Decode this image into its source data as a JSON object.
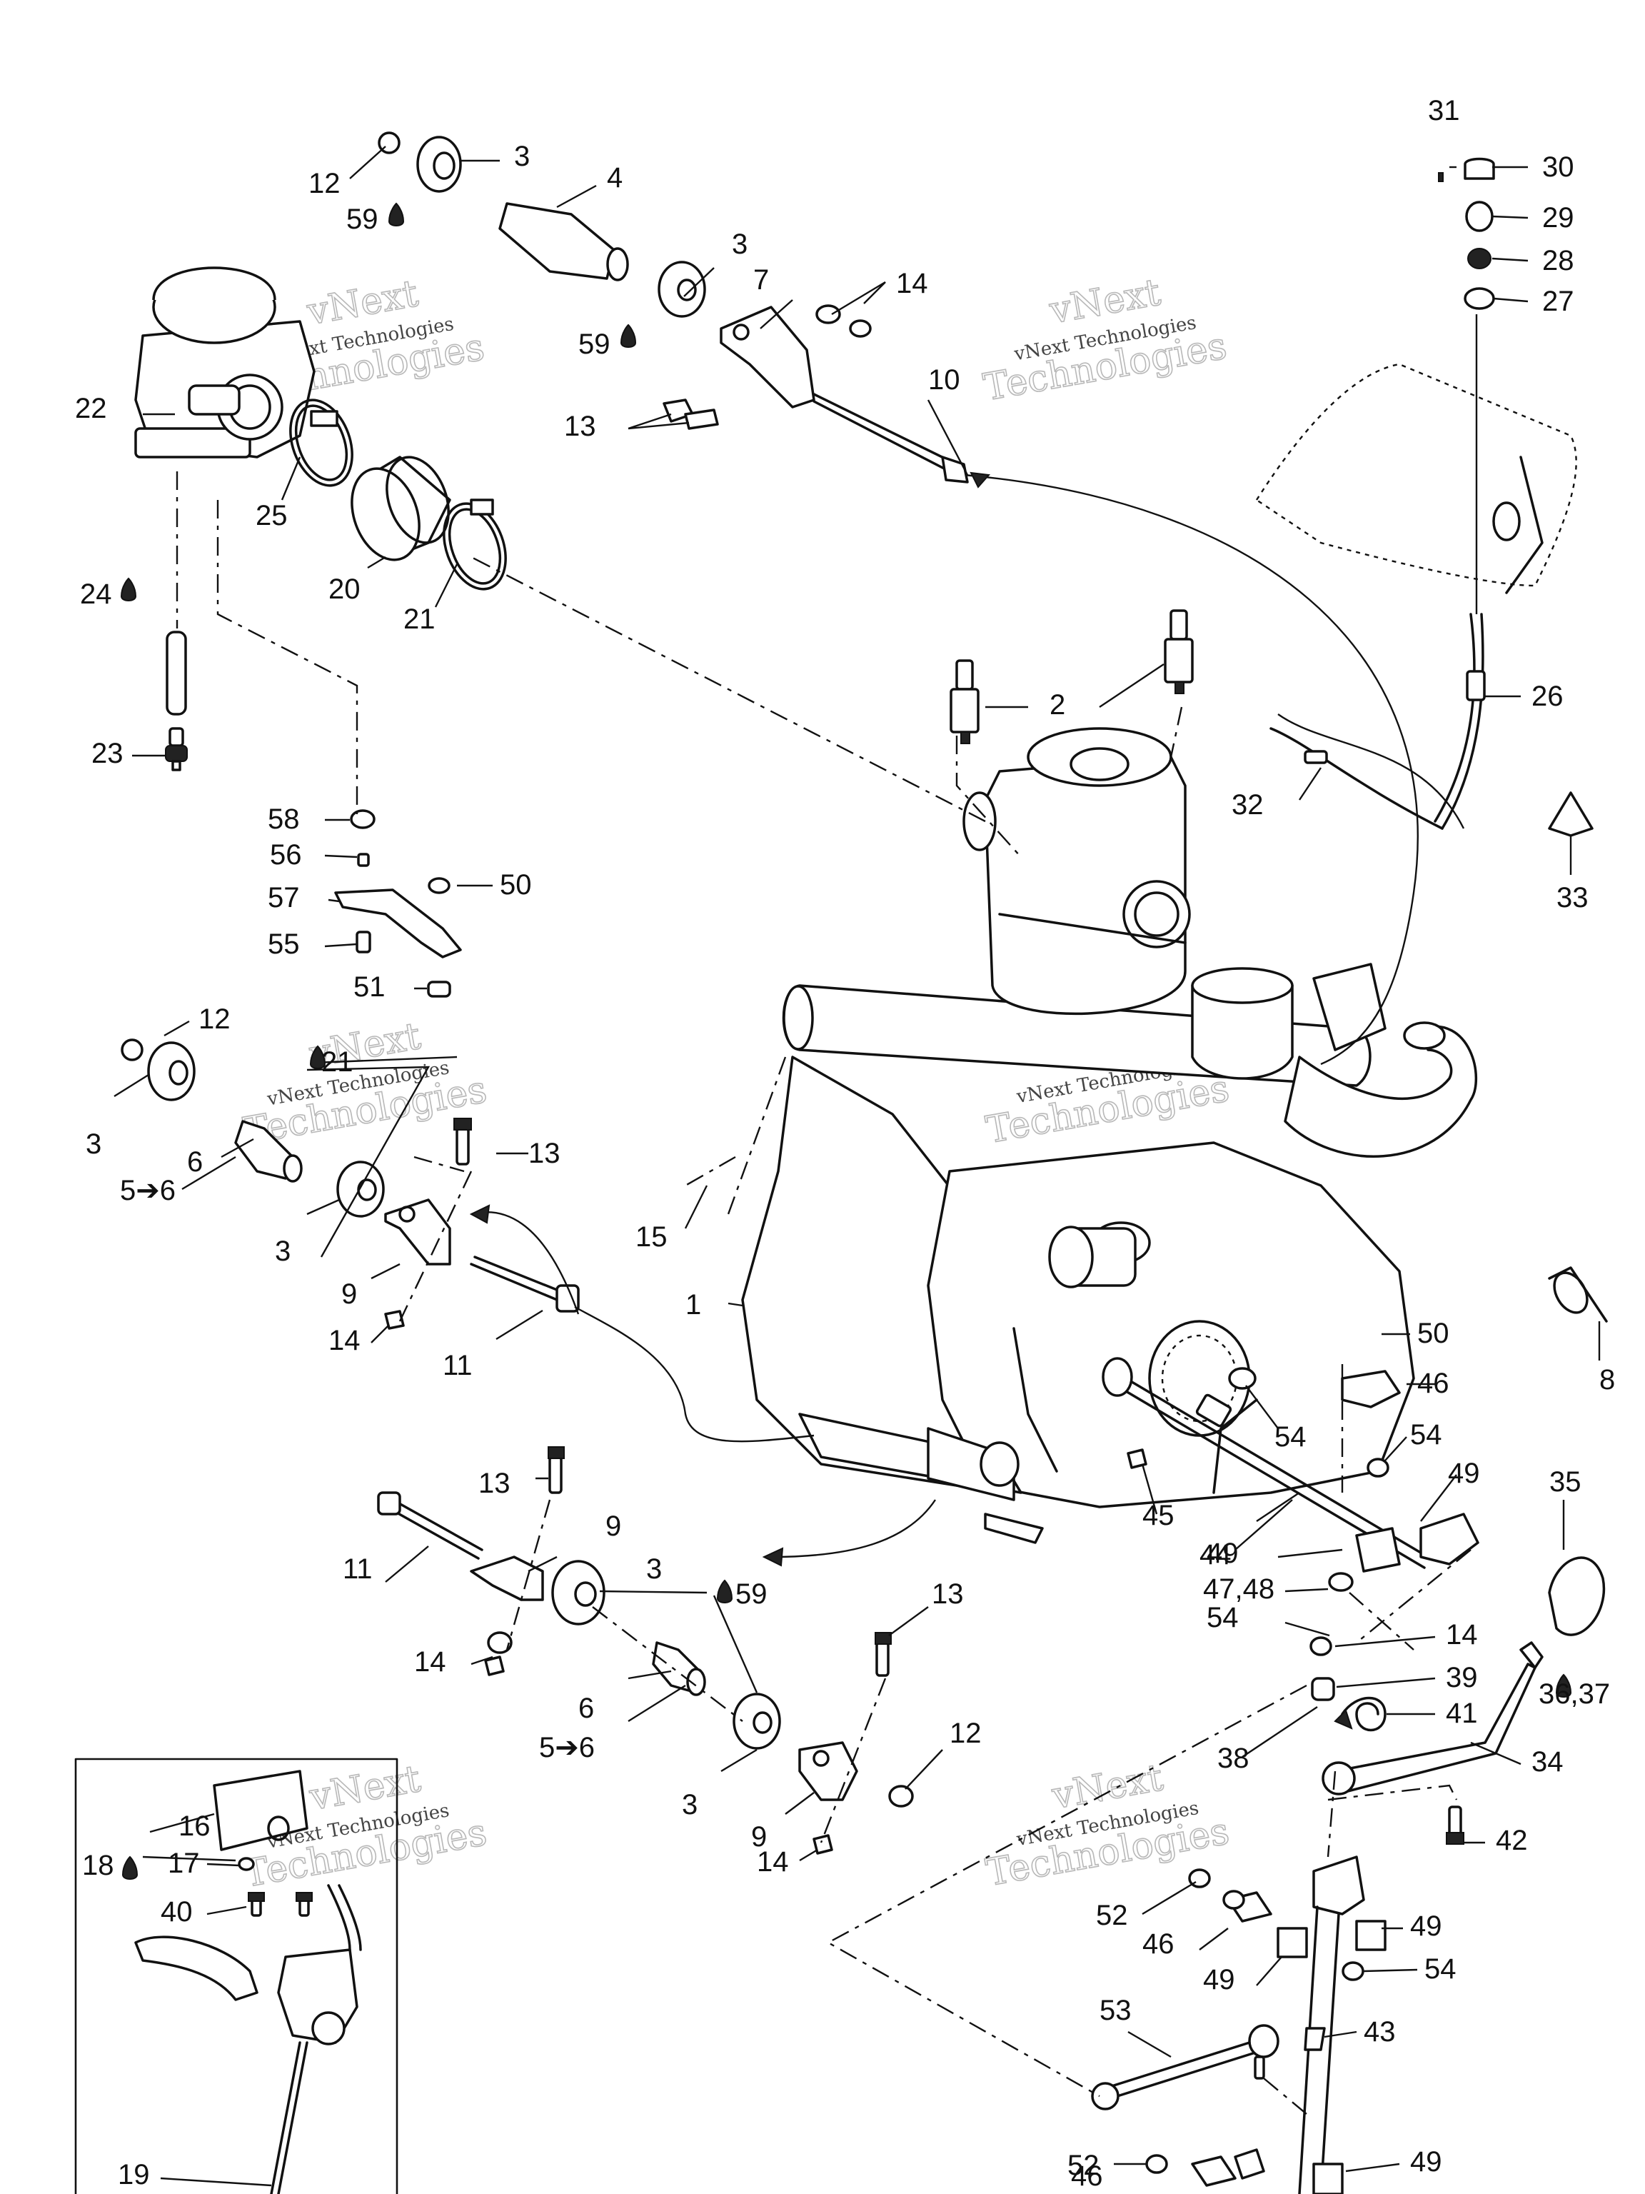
{
  "watermark": {
    "line1": "vNext",
    "line2": "vNext Technologies",
    "line3": "Technologies"
  },
  "callouts": [
    {
      "id": "c1",
      "text": "1"
    },
    {
      "id": "c2",
      "text": "2"
    },
    {
      "id": "c3a",
      "text": "3"
    },
    {
      "id": "c3b",
      "text": "3"
    },
    {
      "id": "c3c",
      "text": "3"
    },
    {
      "id": "c3d",
      "text": "3"
    },
    {
      "id": "c3e",
      "text": "3"
    },
    {
      "id": "c3f",
      "text": "3"
    },
    {
      "id": "c4",
      "text": "4"
    },
    {
      "id": "c56a",
      "text": "5➔6"
    },
    {
      "id": "c56b",
      "text": "5➔6"
    },
    {
      "id": "c6a",
      "text": "6"
    },
    {
      "id": "c6b",
      "text": "6"
    },
    {
      "id": "c7",
      "text": "7"
    },
    {
      "id": "c8",
      "text": "8"
    },
    {
      "id": "c9a",
      "text": "9"
    },
    {
      "id": "c9b",
      "text": "9"
    },
    {
      "id": "c9c",
      "text": "9"
    },
    {
      "id": "c10",
      "text": "10"
    },
    {
      "id": "c11a",
      "text": "11"
    },
    {
      "id": "c11b",
      "text": "11"
    },
    {
      "id": "c12a",
      "text": "12"
    },
    {
      "id": "c12b",
      "text": "12"
    },
    {
      "id": "c12c",
      "text": "12"
    },
    {
      "id": "c13a",
      "text": "13"
    },
    {
      "id": "c13b",
      "text": "13"
    },
    {
      "id": "c13c",
      "text": "13"
    },
    {
      "id": "c13d",
      "text": "13"
    },
    {
      "id": "c14a",
      "text": "14"
    },
    {
      "id": "c14b",
      "text": "14"
    },
    {
      "id": "c14c",
      "text": "14"
    },
    {
      "id": "c14d",
      "text": "14"
    },
    {
      "id": "c14e",
      "text": "14"
    },
    {
      "id": "c15",
      "text": "15"
    },
    {
      "id": "c16",
      "text": "16"
    },
    {
      "id": "c17",
      "text": "17"
    },
    {
      "id": "c18",
      "text": "18"
    },
    {
      "id": "c19",
      "text": "19"
    },
    {
      "id": "c20",
      "text": "20"
    },
    {
      "id": "c21a",
      "text": "21"
    },
    {
      "id": "c21b",
      "text": "21"
    },
    {
      "id": "c22",
      "text": "22"
    },
    {
      "id": "c23",
      "text": "23"
    },
    {
      "id": "c24",
      "text": "24"
    },
    {
      "id": "c25",
      "text": "25"
    },
    {
      "id": "c26",
      "text": "26"
    },
    {
      "id": "c27",
      "text": "27"
    },
    {
      "id": "c28",
      "text": "28"
    },
    {
      "id": "c29",
      "text": "29"
    },
    {
      "id": "c30",
      "text": "30"
    },
    {
      "id": "c31",
      "text": "31"
    },
    {
      "id": "c32",
      "text": "32"
    },
    {
      "id": "c33",
      "text": "33"
    },
    {
      "id": "c34",
      "text": "34"
    },
    {
      "id": "c35",
      "text": "35"
    },
    {
      "id": "c3637",
      "text": "36,37"
    },
    {
      "id": "c38",
      "text": "38"
    },
    {
      "id": "c39",
      "text": "39"
    },
    {
      "id": "c40",
      "text": "40"
    },
    {
      "id": "c41",
      "text": "41"
    },
    {
      "id": "c42",
      "text": "42"
    },
    {
      "id": "c43",
      "text": "43"
    },
    {
      "id": "c44",
      "text": "44"
    },
    {
      "id": "c45",
      "text": "45"
    },
    {
      "id": "c46a",
      "text": "46"
    },
    {
      "id": "c46b",
      "text": "46"
    },
    {
      "id": "c46c",
      "text": "46"
    },
    {
      "id": "c4748",
      "text": "47,48"
    },
    {
      "id": "c49a",
      "text": "49"
    },
    {
      "id": "c49b",
      "text": "49"
    },
    {
      "id": "c49c",
      "text": "49"
    },
    {
      "id": "c49d",
      "text": "49"
    },
    {
      "id": "c49e",
      "text": "49"
    },
    {
      "id": "c50a",
      "text": "50"
    },
    {
      "id": "c50b",
      "text": "50"
    },
    {
      "id": "c51",
      "text": "51"
    },
    {
      "id": "c52a",
      "text": "52"
    },
    {
      "id": "c52b",
      "text": "52"
    },
    {
      "id": "c53",
      "text": "53"
    },
    {
      "id": "c54a",
      "text": "54"
    },
    {
      "id": "c54b",
      "text": "54"
    },
    {
      "id": "c54c",
      "text": "54"
    },
    {
      "id": "c54d",
      "text": "54"
    },
    {
      "id": "c55",
      "text": "55"
    },
    {
      "id": "c56",
      "text": "56"
    },
    {
      "id": "c57",
      "text": "57"
    },
    {
      "id": "c58",
      "text": "58"
    },
    {
      "id": "c59a",
      "text": "59"
    },
    {
      "id": "c59b",
      "text": "59"
    },
    {
      "id": "c59c",
      "text": "59"
    }
  ]
}
